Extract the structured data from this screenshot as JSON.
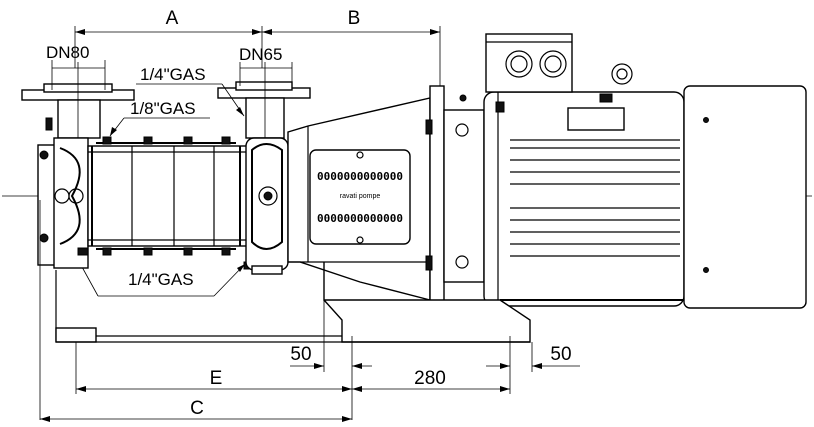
{
  "dimensions": {
    "A": "A",
    "B": "B",
    "C": "C",
    "E": "E",
    "d280": "280",
    "d50_left": "50",
    "d50_right": "50"
  },
  "ports": {
    "suction": "DN80",
    "discharge": "DN65"
  },
  "threads": {
    "top_gas": "1/4\"GAS",
    "stage_gas": "1/8\"GAS",
    "bottom_gas": "1/4\"GAS"
  },
  "nameplate": {
    "row1": "0000000000000",
    "brand": "ravati pompe",
    "row2": "0000000000000"
  }
}
